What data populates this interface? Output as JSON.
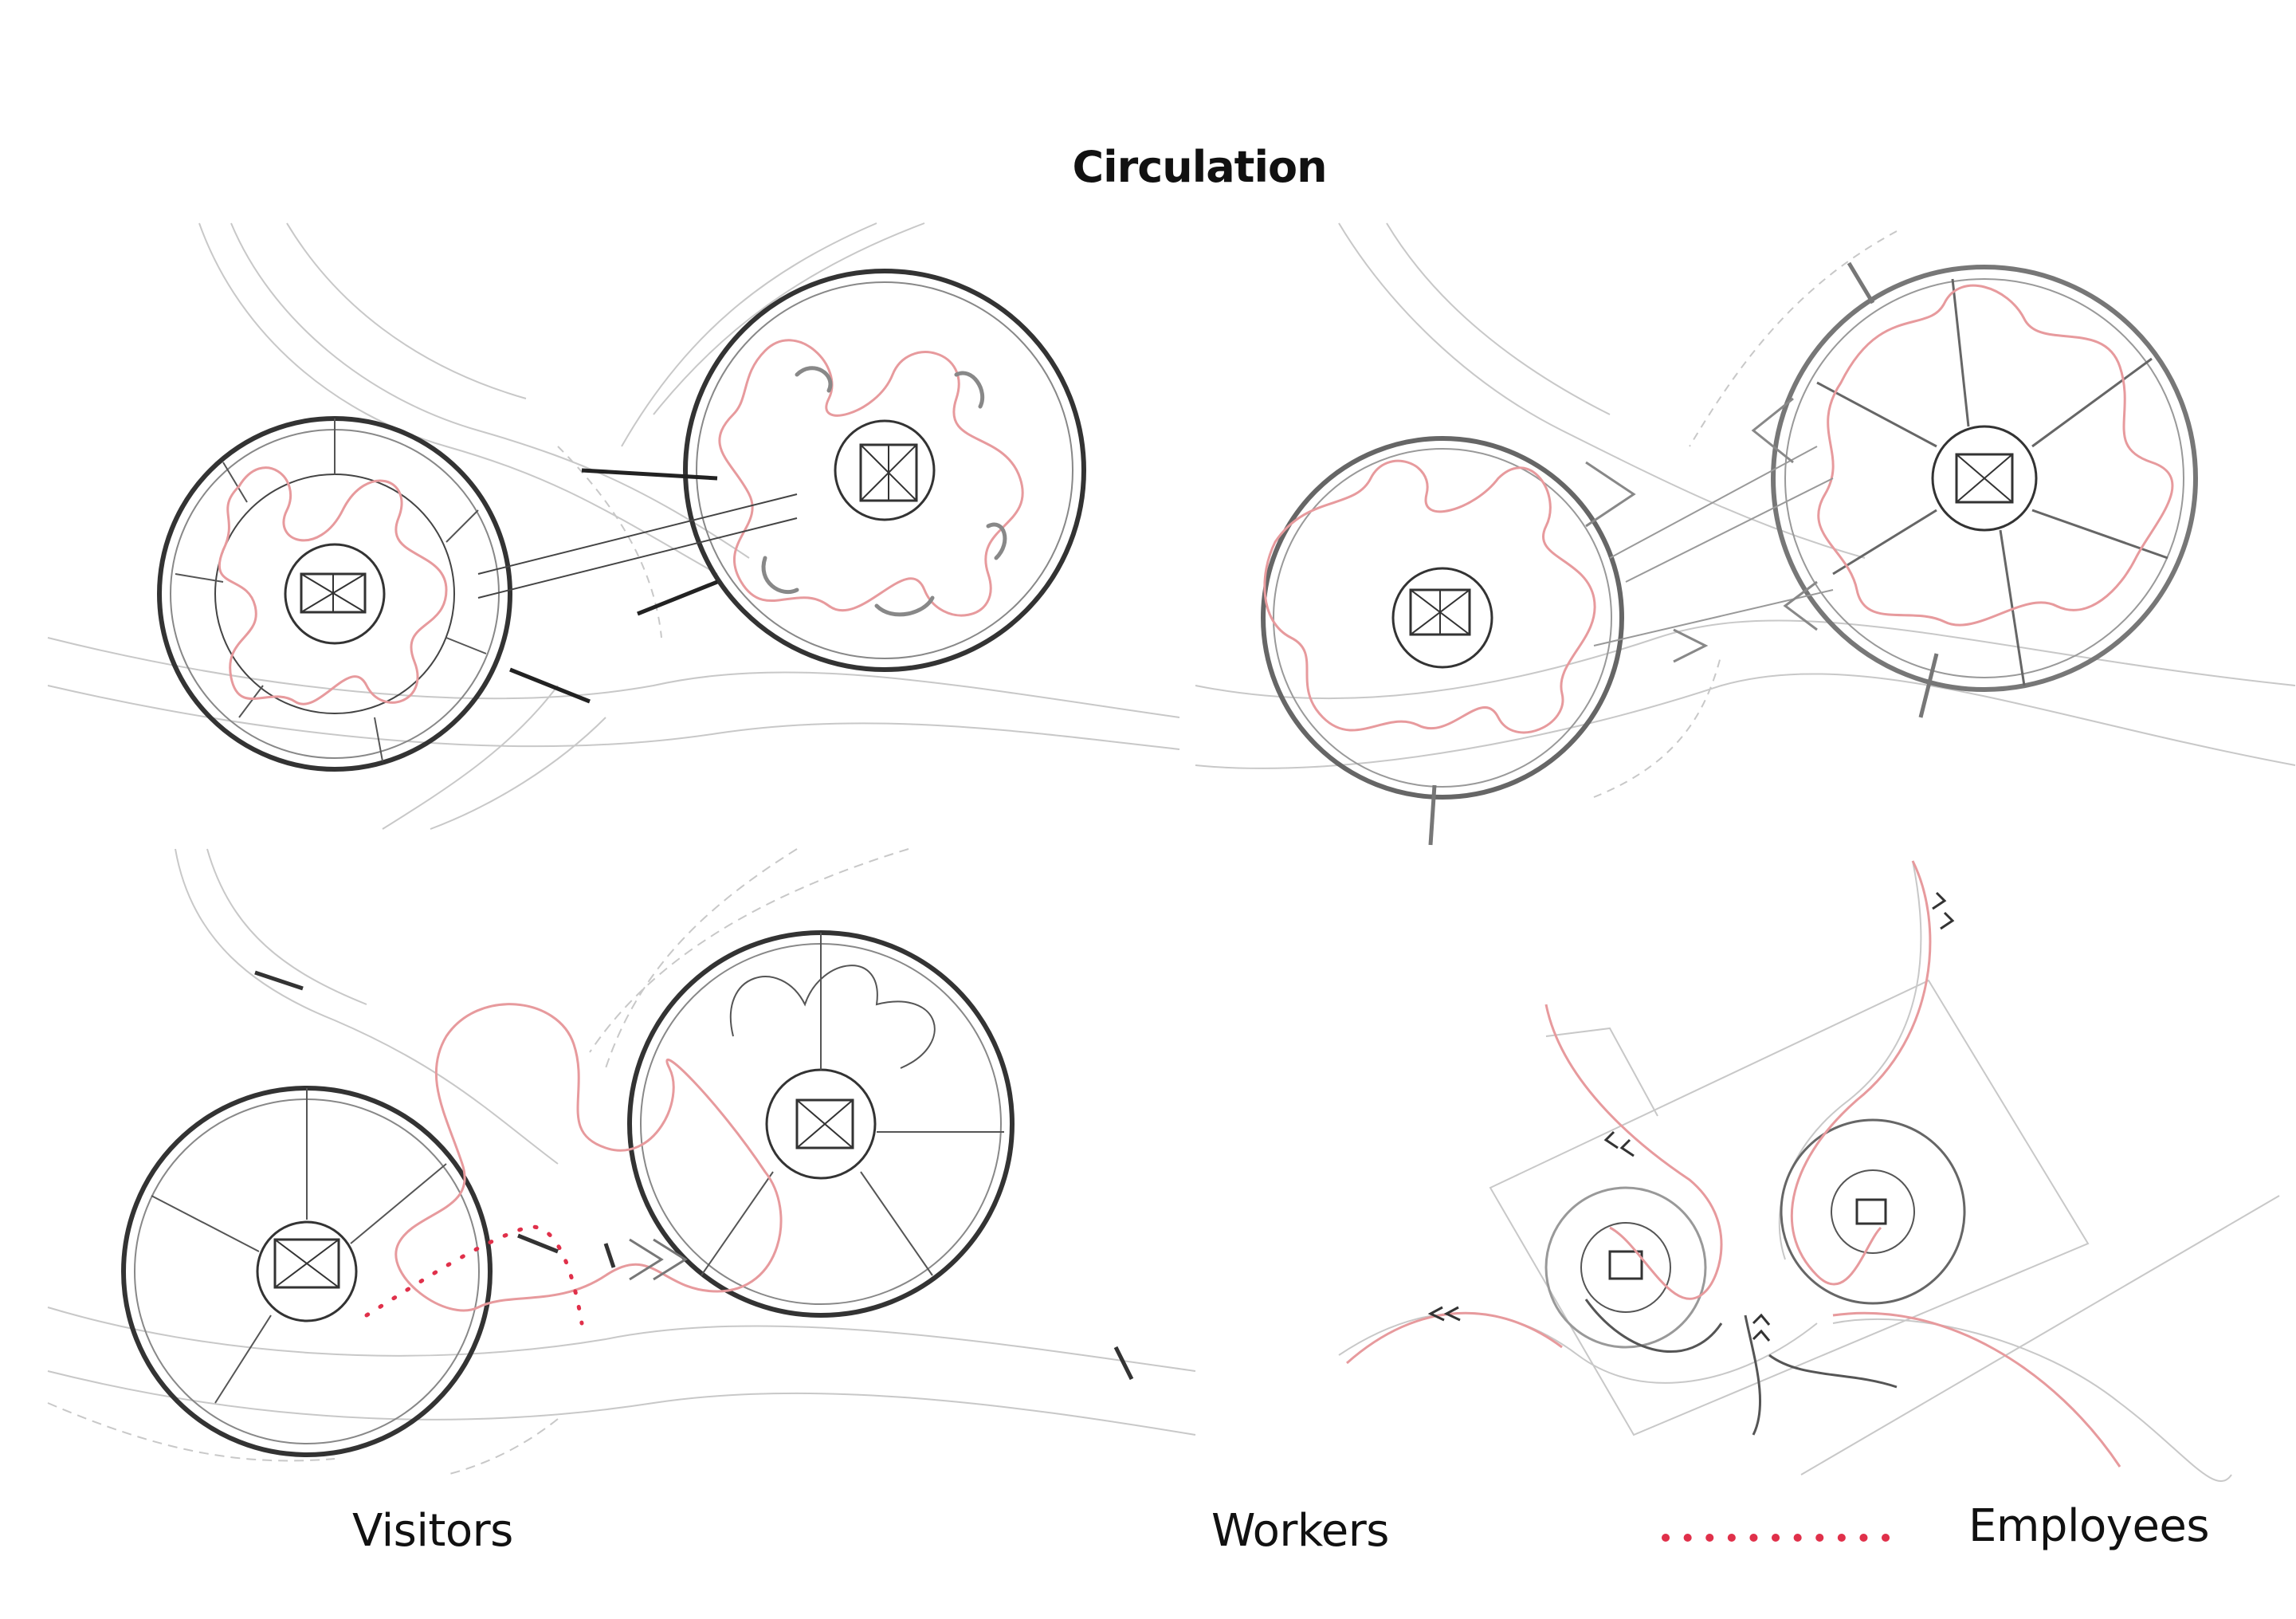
{
  "title": "Circulation",
  "legend": {
    "visitors": "Visitors",
    "workers": "Workers",
    "employees": "Employees"
  },
  "colors": {
    "visitors_path": "#e79a9d",
    "employees_dots": "#e0304a",
    "linework": "#bdbdbd",
    "walls": "#333333"
  }
}
